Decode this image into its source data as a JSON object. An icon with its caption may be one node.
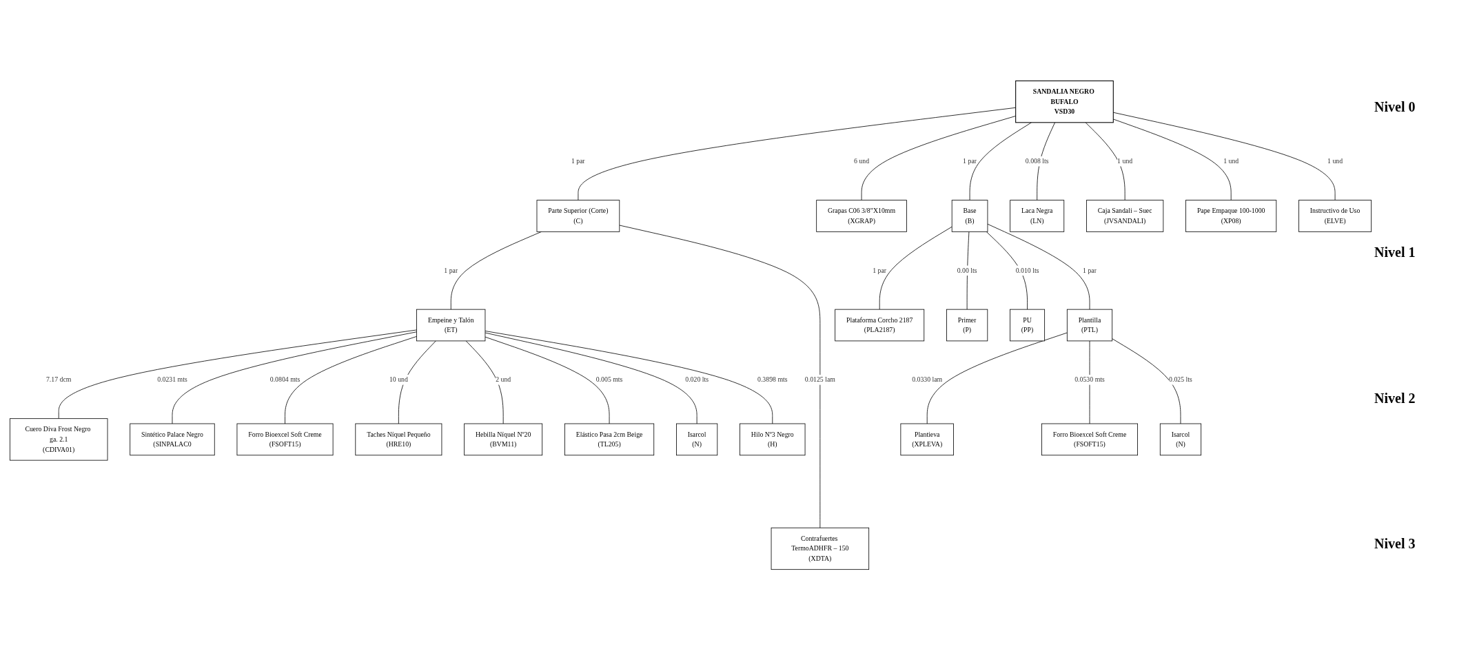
{
  "diagram": {
    "nodes": [
      {
        "text": [
          "SANDALIA NEGRO BUFALO",
          "VSD30"
        ]
      },
      {
        "text": [
          "Parte Superior (Corte)",
          "(C)"
        ]
      },
      {
        "text": [
          "Grapas C06 3/8”X10mm",
          "(XGRAP)"
        ]
      },
      {
        "text": [
          "Base",
          "(B)"
        ]
      },
      {
        "text": [
          "Laca Negra",
          "(LN)"
        ]
      },
      {
        "text": [
          "Caja Sandali – Suec",
          "(JVSANDALI)"
        ]
      },
      {
        "text": [
          "Pape Empaque 100-1000",
          "(XP08)"
        ]
      },
      {
        "text": [
          "Instructivo de Uso",
          "(ELVE)"
        ]
      },
      {
        "text": [
          "Empeine y Talón",
          "(ET)"
        ]
      },
      {
        "text": [
          "Contrafuertes TermoADHFR – 150",
          "(XDTA)"
        ]
      },
      {
        "text": [
          "Plataforma Corcho 2187",
          "(PLA2187)"
        ]
      },
      {
        "text": [
          "Primer",
          "(P)"
        ]
      },
      {
        "text": [
          "PU",
          "(PP)"
        ]
      },
      {
        "text": [
          "Plantilla",
          "(PTL)"
        ]
      },
      {
        "text": [
          "Cuero Diva Frost Negro ga. 2.1",
          "(CDIVA01)"
        ]
      },
      {
        "text": [
          "Sintético Palace Negro",
          "(SINPALAC0"
        ]
      },
      {
        "text": [
          "Taches Níquel Pequeño",
          "(HRE10)"
        ]
      },
      {
        "text": [
          "Hebilla Níquel Nº20",
          "(BVM11)"
        ]
      },
      {
        "text": [
          "Elástico Pasa 2cm Beige",
          "(TL205)"
        ]
      },
      {
        "text": [
          "Hilo Nº3 Negro",
          "(H)"
        ]
      },
      {
        "text": [
          "Plantieva",
          "(XPLEVA)"
        ]
      },
      {
        "text": [
          "Forro Bioexcel Soft Creme",
          "(FSOFT15)"
        ]
      },
      {
        "text": [
          "Isarcol",
          "(N)"
        ]
      },
      {
        "text": [
          "Forro Bioexcel Soft Creme",
          "(FSOFT15)"
        ]
      },
      {
        "text": [
          "Isarcol",
          "(N)"
        ]
      }
    ],
    "edges": [
      {
        "from": 0,
        "to": 1,
        "label": "1 par",
        "arrow": "none"
      },
      {
        "from": 0,
        "to": 2,
        "label": "6 und",
        "arrow": "none"
      },
      {
        "from": 0,
        "to": 3,
        "label": "1 par",
        "arrow": "none"
      },
      {
        "from": 0,
        "to": 4,
        "label": "0.008 lts",
        "arrow": "none"
      },
      {
        "from": 0,
        "to": 5,
        "label": "1 und",
        "arrow": "none"
      },
      {
        "from": 0,
        "to": 6,
        "label": "1 und",
        "arrow": "none"
      },
      {
        "from": 0,
        "to": 7,
        "label": "1 und",
        "arrow": "none"
      },
      {
        "from": 1,
        "to": 8,
        "label": "1 par",
        "arrow": "none"
      },
      {
        "from": 1,
        "to": 9,
        "label": "0.0125 lam",
        "arrow": "none"
      },
      {
        "from": 3,
        "to": 10,
        "label": "1 par",
        "arrow": "none"
      },
      {
        "from": 3,
        "to": 11,
        "label": "0.00 lts",
        "arrow": "none"
      },
      {
        "from": 3,
        "to": 12,
        "label": "0.010 lts",
        "arrow": "none"
      },
      {
        "from": 3,
        "to": 13,
        "label": "1 par",
        "arrow": "none"
      },
      {
        "from": 8,
        "to": 14,
        "label": "7.17 dcm",
        "arrow": "none"
      },
      {
        "from": 8,
        "to": 15,
        "label": "0.0231  mts",
        "arrow": "none"
      },
      {
        "from": 8,
        "to": 23,
        "label": "0.0804  mts",
        "arrow": "none"
      },
      {
        "from": 8,
        "to": 16,
        "label": "10  und",
        "arrow": "none"
      },
      {
        "from": 8,
        "to": 17,
        "label": "2 und",
        "arrow": "none"
      },
      {
        "from": 8,
        "to": 18,
        "label": "0.005 mts",
        "arrow": "none"
      },
      {
        "from": 8,
        "to": 24,
        "label": "0.020 lts",
        "arrow": "none"
      },
      {
        "from": 8,
        "to": 19,
        "label": "0.3898 mts",
        "arrow": "none"
      },
      {
        "from": 13,
        "to": 20,
        "label": "0.0330 lam",
        "arrow": "none"
      },
      {
        "from": 13,
        "to": 21,
        "label": "0.0530  mts",
        "arrow": "none"
      },
      {
        "from": 13,
        "to": 22,
        "label": "0.025 lts",
        "arrow": "none"
      }
    ],
    "labels": [
      "Nivel 0",
      "Nivel 1",
      "Nivel 2",
      "Nivel 3"
    ]
  }
}
